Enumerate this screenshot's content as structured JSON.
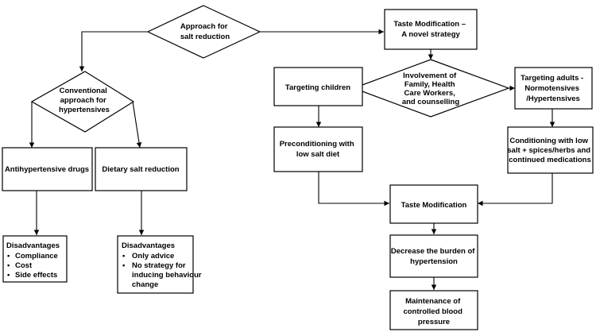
{
  "nodes": {
    "approach": [
      "Approach for",
      "salt reduction"
    ],
    "conventional": [
      "Conventional",
      "approach for",
      "hypertensives"
    ],
    "antihypertensive": [
      "Antihypertensive drugs"
    ],
    "dietary": [
      "Dietary salt reduction"
    ],
    "disadv_left": {
      "heading": "Disadvantages",
      "bullet": "•",
      "items": [
        "Compliance",
        "Cost",
        "Side effects"
      ]
    },
    "disadv_mid": {
      "heading": "Disadvantages",
      "bullet": "•",
      "items": [
        "Only advice",
        "No strategy for",
        "inducing behaviour",
        "change"
      ]
    },
    "taste_mod_novel": [
      "Taste Modification –",
      "A novel strategy"
    ],
    "involvement": [
      "Involvement of",
      "Family, Health",
      "Care Workers,",
      "and counselling"
    ],
    "targeting_children": [
      "Targeting children"
    ],
    "targeting_adults": [
      "Targeting adults -",
      "Normotensives",
      "/Hypertensives"
    ],
    "preconditioning": [
      "Preconditioning with",
      "low salt diet"
    ],
    "conditioning": [
      "Conditioning with low",
      "salt + spices/herbs and",
      "continued medications"
    ],
    "taste_modification": [
      "Taste Modification"
    ],
    "decrease": [
      "Decrease the burden of",
      "hypertension"
    ],
    "maintenance": [
      "Maintenance of",
      "controlled blood",
      "pressure"
    ]
  }
}
